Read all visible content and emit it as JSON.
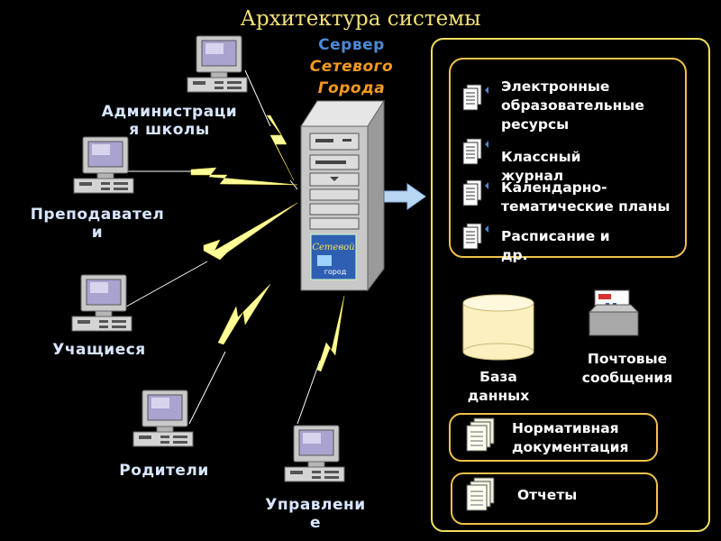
{
  "title": "Архитектура системы",
  "server": {
    "line1": "Сервер",
    "line2": "Сетевого",
    "line3": "Города",
    "logo_line1": "Сетевой",
    "logo_line2": "город"
  },
  "clients": [
    {
      "line1": "Администраци",
      "line2": "я школы"
    },
    {
      "line1": "Преподавател",
      "line2": "и"
    },
    {
      "line1": "Учащиеся"
    },
    {
      "line1": "Родители"
    },
    {
      "line1": "Управлени",
      "line2": "е"
    }
  ],
  "resources": [
    {
      "line1": "Электронные",
      "line2": "образовательные",
      "line3": "ресурсы"
    },
    {
      "line1": "Классный",
      "line2": "журнал"
    },
    {
      "line1": "Календарно-",
      "line2": "тематические планы"
    },
    {
      "line1": "Расписание и",
      "line2": "др."
    }
  ],
  "database": {
    "line1": "База",
    "line2": "данных"
  },
  "mail": {
    "line1": "Почтовые",
    "line2": "сообщения"
  },
  "docs": {
    "line1": "Нормативная",
    "line2": "документация"
  },
  "reports": {
    "line1": "Отчеты"
  },
  "icons": {
    "computer": "computer-icon",
    "server": "server-tower-icon",
    "lightning": "lightning-bolt-icon",
    "arrow": "arrow-right-icon",
    "document": "document-icon",
    "database": "database-cylinder-icon",
    "mail": "mail-envelope-icon",
    "stack": "document-stack-icon"
  },
  "colors": {
    "background": "#000000",
    "title": "#f2e178",
    "label": "#d8e6ff",
    "server_blue": "#4a8ad6",
    "server_orange": "#f39a20",
    "frame": "#f0e060",
    "lightning": "#ffff99"
  }
}
